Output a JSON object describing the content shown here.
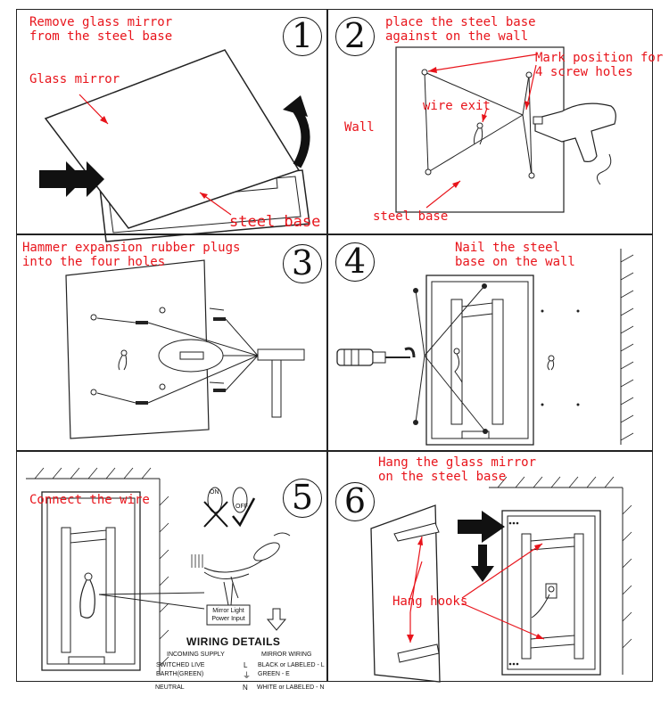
{
  "steps": [
    {
      "number": "1",
      "texts": {
        "instruction": "Remove glass mirror\nfrom the steel base",
        "mirror": "Glass mirror",
        "base": "steel base"
      }
    },
    {
      "number": "2",
      "texts": {
        "instruction": "place the steel base\nagainst on the wall",
        "mark": "Mark position for\n4 screw holes",
        "wire": "wire exit",
        "wall": "Wall",
        "base": "steel base"
      }
    },
    {
      "number": "3",
      "texts": {
        "instruction": "Hammer expansion rubber plugs\ninto the four holes"
      }
    },
    {
      "number": "4",
      "texts": {
        "instruction": "Nail the steel\nbase on the wall"
      }
    },
    {
      "number": "5",
      "texts": {
        "instruction": "Connect the wire",
        "power_label": "Mirror Light\nPower Input"
      }
    },
    {
      "number": "6",
      "texts": {
        "instruction": "Hang the glass mirror\non the steel base",
        "hooks": "Hang hooks"
      }
    }
  ],
  "switch_labels": {
    "on": "ON",
    "off": "OFF"
  },
  "wiring": {
    "title": "WIRING DETAILS",
    "col_left": "INCOMING SUPPLY",
    "col_right": "MIRROR WIRING",
    "rows": [
      {
        "left": "SWITCHED LIVE",
        "mid": "L",
        "right": "BLACK or LABELED - L"
      },
      {
        "left": "EARTH(GREEN)",
        "mid": "⏚",
        "right": "GREEN - E"
      },
      {
        "left": "NEUTRAL",
        "mid": "N",
        "right": "WHITE or LABELED - N"
      }
    ]
  },
  "colors": {
    "annotation": "#e8141b",
    "line": "#222222"
  }
}
